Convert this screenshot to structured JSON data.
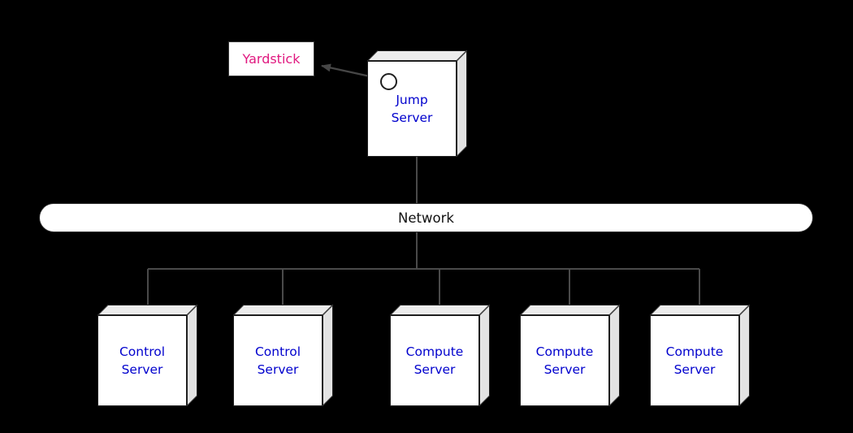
{
  "diagram": {
    "type": "deployment-architecture",
    "background_color": "#000000",
    "yardstick": {
      "label": "Yardstick",
      "text_color": "#e0187f"
    },
    "jump_server": {
      "label": "Jump Server",
      "text_color": "#0000cd",
      "has_port_circle": true
    },
    "network": {
      "label": "Network",
      "text_color": "#111111"
    },
    "servers": [
      {
        "label": "Control Server"
      },
      {
        "label": "Control Server"
      },
      {
        "label": "Compute Server"
      },
      {
        "label": "Compute Server"
      },
      {
        "label": "Compute Server"
      }
    ],
    "server_text_color": "#0000cd",
    "box_fill": "#ffffff",
    "box_side_fill": "#ececec",
    "box_border": "#1f1f1f",
    "connector_color": "#4a4a4a",
    "edges": [
      "jump-server-port -> yardstick (arrow)",
      "jump-server -> network",
      "network -> control-server-1",
      "network -> control-server-2",
      "network -> compute-server-1",
      "network -> compute-server-2",
      "network -> compute-server-3"
    ]
  }
}
